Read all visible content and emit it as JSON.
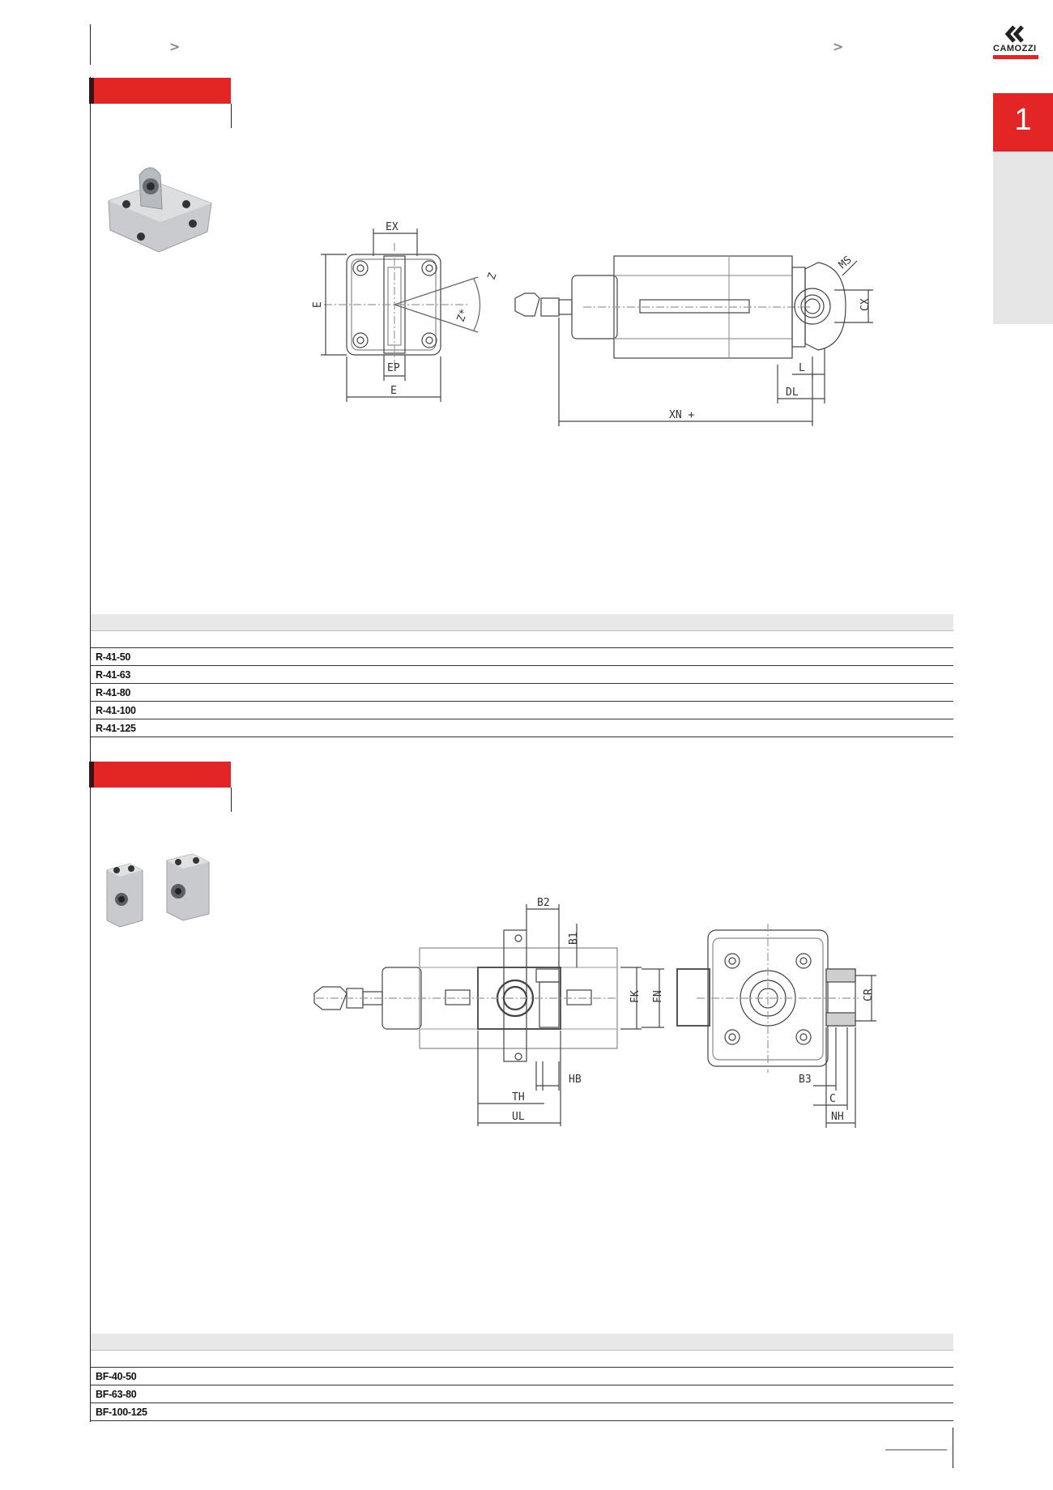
{
  "header": {
    "breadcrumb_left": ">",
    "breadcrumb_right": ">",
    "brand": "CAMOZZI",
    "section_number": "1"
  },
  "section1": {
    "drawing_labels": {
      "ex": "EX",
      "e_side": "E",
      "z": "Z",
      "z_star": "Z*",
      "ep": "EP",
      "e_bottom": "E",
      "ms": "MS",
      "cx": "CX",
      "l": "L",
      "dl": "DL",
      "xn": "XN +"
    },
    "table_rows": [
      "R-41-50",
      "R-41-63",
      "R-41-80",
      "R-41-100",
      "R-41-125"
    ]
  },
  "section2": {
    "drawing_labels": {
      "b2": "B2",
      "b1": "B1",
      "fk": "FK",
      "fn": "FN",
      "hb": "HB",
      "th": "TH",
      "ul": "UL",
      "cr": "CR",
      "b3": "B3",
      "c": "C",
      "nh": "NH"
    },
    "table_rows": [
      "BF-40-50",
      "BF-63-80",
      "BF-100-125"
    ]
  }
}
